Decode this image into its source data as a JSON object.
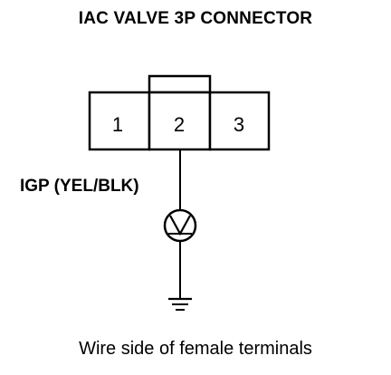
{
  "title": "IAC VALVE 3P CONNECTOR",
  "connector": {
    "terminals": [
      "1",
      "2",
      "3"
    ]
  },
  "wire_label": "IGP (YEL/BLK)",
  "meter_icon": "voltmeter-icon",
  "ground_icon": "ground-icon",
  "caption": "Wire side of female terminals"
}
